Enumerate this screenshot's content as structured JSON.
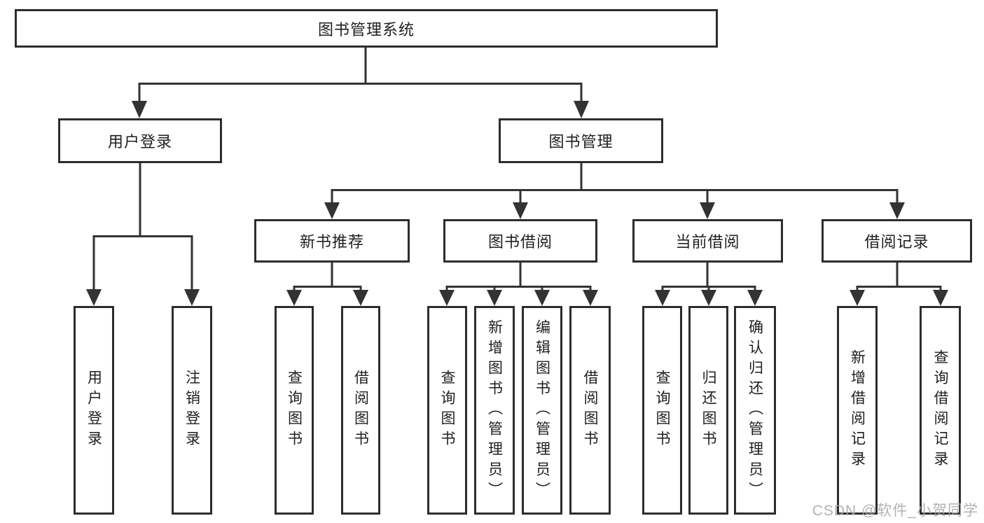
{
  "colors": {
    "background": "#ffffff",
    "line": "#333333",
    "box_border": "#2d2d2d",
    "text": "#1f1f1f",
    "watermark": "#aaaaaa"
  },
  "watermark": {
    "text": "CSDN @软件_小贺同学"
  },
  "tree": {
    "root": {
      "label": "图书管理系统"
    },
    "level2": {
      "user_login": {
        "label": "用户登录"
      },
      "book_management": {
        "label": "图书管理"
      }
    },
    "user_login_children": {
      "login": {
        "label": "用户登录"
      },
      "logout": {
        "label": "注销登录"
      }
    },
    "book_management_children": {
      "new_book_recommend": {
        "label": "新书推荐"
      },
      "book_borrow": {
        "label": "图书借阅"
      },
      "current_borrow": {
        "label": "当前借阅"
      },
      "borrow_record": {
        "label": "借阅记录"
      }
    },
    "new_book_recommend_children": {
      "query_books": {
        "label": "查询图书"
      },
      "borrow_books": {
        "label": "借阅图书"
      }
    },
    "book_borrow_children": {
      "query_books": {
        "label": "查询图书"
      },
      "add_books": {
        "label": "新增图书（管理员）"
      },
      "edit_books": {
        "label": "编辑图书（管理员）"
      },
      "borrow_books": {
        "label": "借阅图书"
      }
    },
    "current_borrow_children": {
      "query_books": {
        "label": "查询图书"
      },
      "return_books": {
        "label": "归还图书"
      },
      "confirm_return": {
        "label": "确认归还（管理员）"
      }
    },
    "borrow_record_children": {
      "add_record": {
        "label": "新增借阅记录"
      },
      "query_record": {
        "label": "查询借阅记录"
      }
    }
  }
}
